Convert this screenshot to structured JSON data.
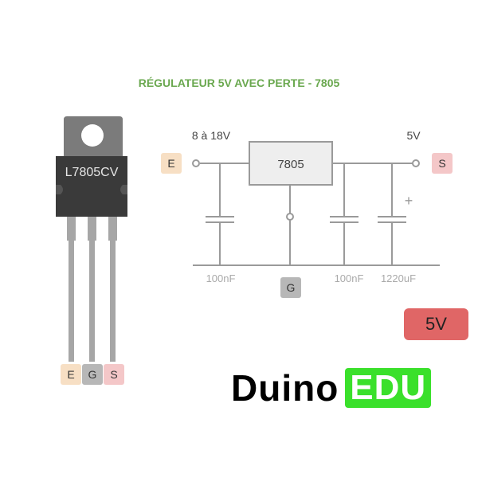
{
  "title": "RÉGULATEUR 5V AVEC PERTE - 7805",
  "package": {
    "marking": "L7805CV",
    "pins": [
      "E",
      "G",
      "S"
    ]
  },
  "schematic": {
    "ic_label": "7805",
    "input_voltage": "8 à 18V",
    "output_voltage": "5V",
    "input_pin": "E",
    "output_pin": "S",
    "ground_pin": "G",
    "capacitors": [
      "100nF",
      "100nF",
      "1220uF"
    ],
    "polarity_mark": "+"
  },
  "output_badge": "5V",
  "logo": {
    "part1": "Duino",
    "part2": "EDU"
  },
  "colors": {
    "title": "#6aa84f",
    "input_badge": "#f7dfc4",
    "ground_badge": "#b7b7b7",
    "output_badge_bg": "#f4c7c8",
    "voltage_badge": "#e06666",
    "logo_accent": "#3ae02b",
    "package_body": "#3a3a3a",
    "package_tab": "#7b7b7b"
  }
}
